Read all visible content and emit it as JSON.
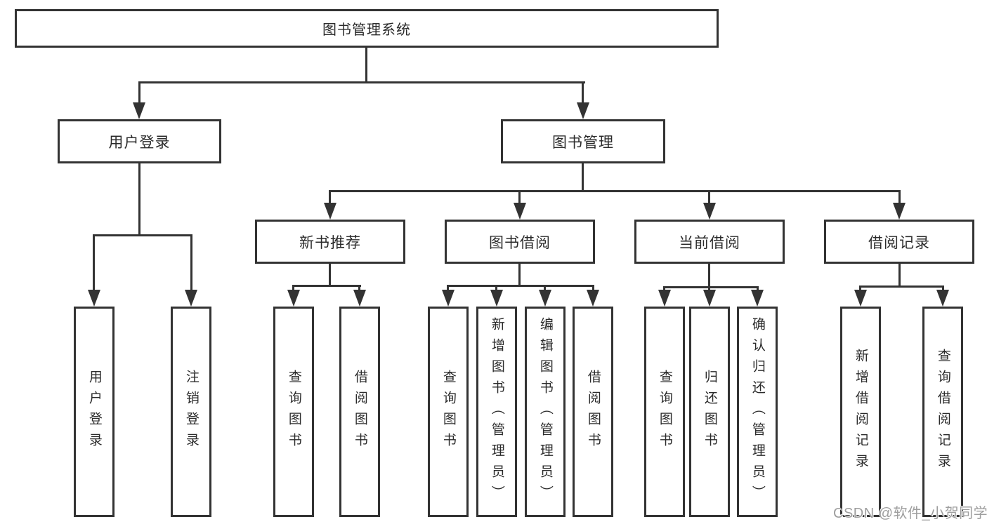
{
  "diagram": {
    "type": "hierarchy-tree",
    "colors": {
      "line": "#333333",
      "text": "#2b2b2b",
      "background": "#ffffff",
      "watermark": "#9e9e9e"
    },
    "root": {
      "label": "图书管理系统"
    },
    "branches": [
      {
        "label": "用户登录",
        "children": [
          {
            "label": "用户登录"
          },
          {
            "label": "注销登录"
          }
        ]
      },
      {
        "label": "图书管理",
        "children": [
          {
            "label": "新书推荐",
            "children": [
              {
                "label": "查询图书"
              },
              {
                "label": "借阅图书"
              }
            ]
          },
          {
            "label": "图书借阅",
            "children": [
              {
                "label": "查询图书"
              },
              {
                "label": "新增图书（管理员）"
              },
              {
                "label": "编辑图书（管理员）"
              },
              {
                "label": "借阅图书"
              }
            ]
          },
          {
            "label": "当前借阅",
            "children": [
              {
                "label": "查询图书"
              },
              {
                "label": "归还图书"
              },
              {
                "label": "确认归还（管理员）"
              }
            ]
          },
          {
            "label": "借阅记录",
            "children": [
              {
                "label": "新增借阅记录"
              },
              {
                "label": "查询借阅记录"
              }
            ]
          }
        ]
      }
    ],
    "watermark": "CSDN @软件_小贺同学"
  }
}
